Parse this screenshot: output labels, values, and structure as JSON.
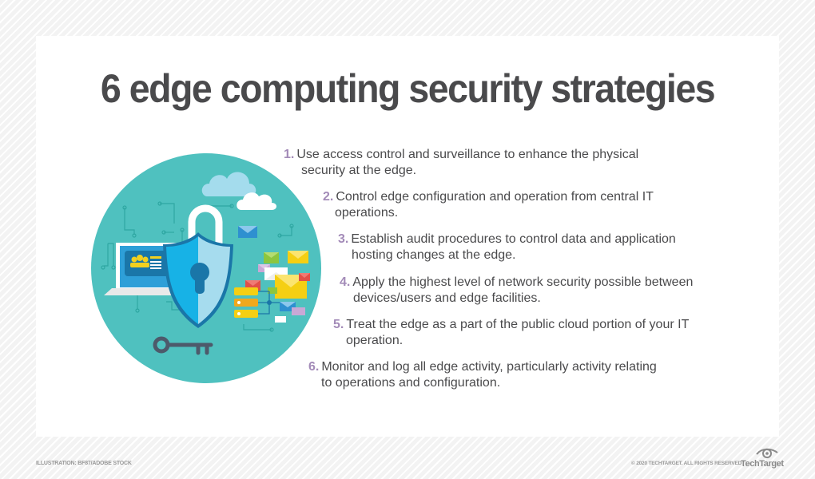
{
  "title": "6 edge computing security strategies",
  "strategies": [
    {
      "num": "1.",
      "line1": "Use access control and surveillance to enhance the physical",
      "line2": "security at the edge."
    },
    {
      "num": "2.",
      "line1": "Control edge configuration and operation from central IT",
      "line2": "operations."
    },
    {
      "num": "3.",
      "line1": "Establish audit procedures to control data and application",
      "line2": "hosting changes at the edge."
    },
    {
      "num": "4.",
      "line1": "Apply the highest level of network security possible between",
      "line2": "devices/users and edge facilities."
    },
    {
      "num": "5.",
      "line1": "Treat the edge as a part of the public cloud portion of your IT",
      "line2": "operation."
    },
    {
      "num": "6.",
      "line1": "Monitor and log all edge activity, particularly activity relating",
      "line2": "to operations and configuration."
    }
  ],
  "illustration": {
    "icons": [
      "laptop-icon",
      "shield-lock-icon",
      "padlock-icon",
      "key-icon",
      "cloud-icon",
      "email-icon",
      "server-icon",
      "circuit-lines"
    ]
  },
  "footer": {
    "credit": "ILLUSTRATION: BF87/ADOBE STOCK",
    "copyright": "© 2020 TECHTARGET. ALL RIGHTS RESERVED",
    "brand": "TechTarget"
  },
  "colors": {
    "circle": "#4fc1bf",
    "title": "#4a4a4c",
    "number": "#a38bb8",
    "shield_dark": "#17b2e6",
    "shield_light": "#a6dcee",
    "key": "#4d5a6b"
  }
}
